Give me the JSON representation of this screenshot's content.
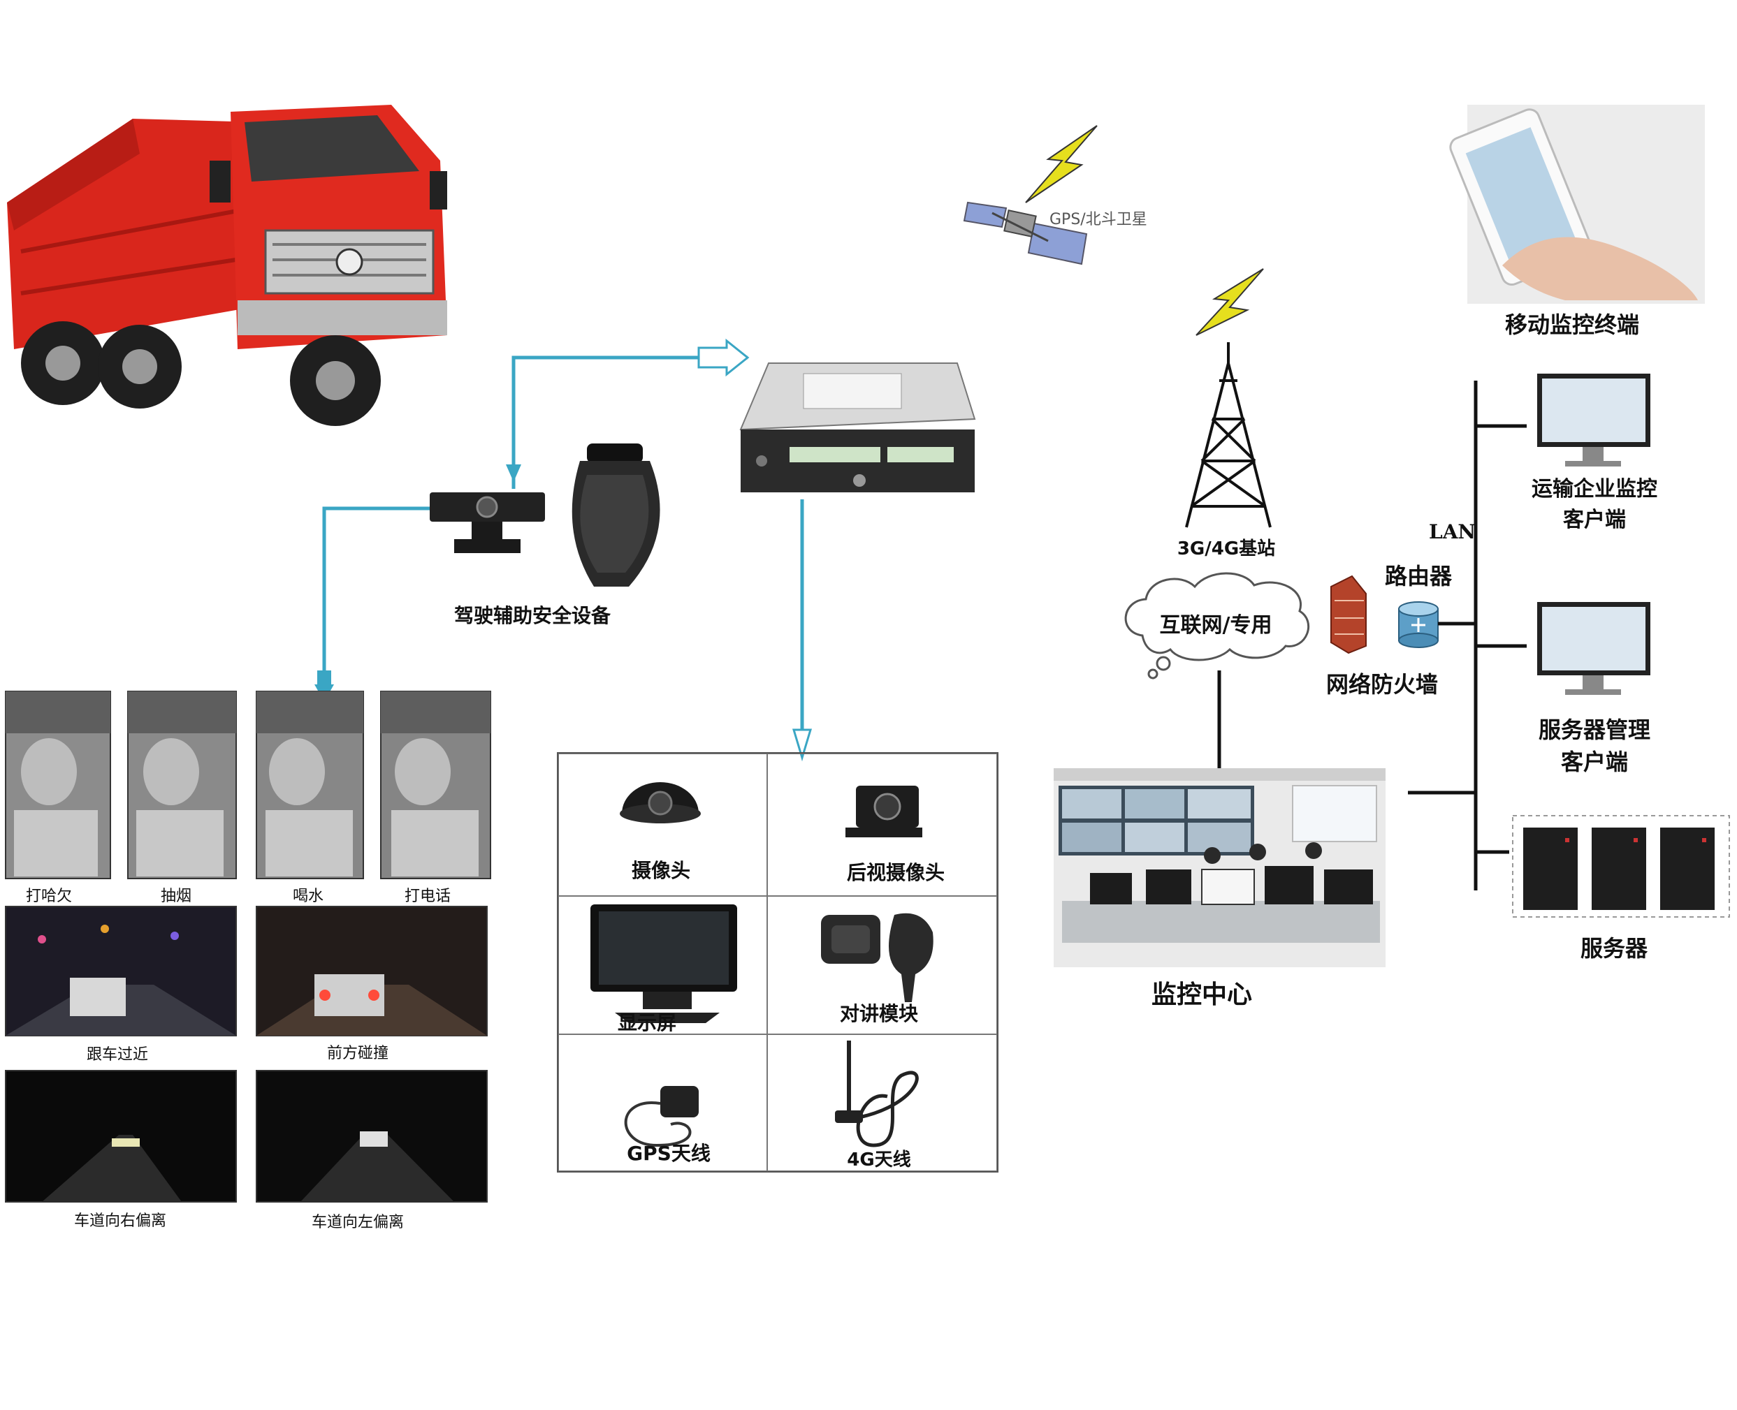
{
  "satellite": {
    "label": "GPS/北斗卫星"
  },
  "mobile_terminal": {
    "label": "移动监控终端"
  },
  "adas": {
    "label": "驾驶辅助安全设备"
  },
  "dsm_events": [
    "打哈欠",
    "抽烟",
    "喝水",
    "打电话"
  ],
  "adas_events": [
    "跟车过近",
    "前方碰撞",
    "车道向右偏离",
    "车道向左偏离"
  ],
  "peripherals": [
    "摄像头",
    "后视摄像头",
    "显示屏",
    "对讲模块",
    "GPS天线",
    "4G天线"
  ],
  "base_station": {
    "label": "3G/4G基站"
  },
  "internet": {
    "label": "互联网/专用"
  },
  "firewall": {
    "label": "网络防火墙"
  },
  "router": {
    "label": "路由器"
  },
  "lan": {
    "label": "LAN"
  },
  "monitor_center": {
    "label": "监控中心"
  },
  "client_transport": {
    "line1": "运输企业监控",
    "line2": "客户端"
  },
  "client_server": {
    "line1": "服务器管理",
    "line2": "客户端"
  },
  "servers": {
    "label": "服务器"
  },
  "colors": {
    "arrow": "#3aa6c4",
    "truck": "#d9261c",
    "lightning": "#e6df1e"
  }
}
